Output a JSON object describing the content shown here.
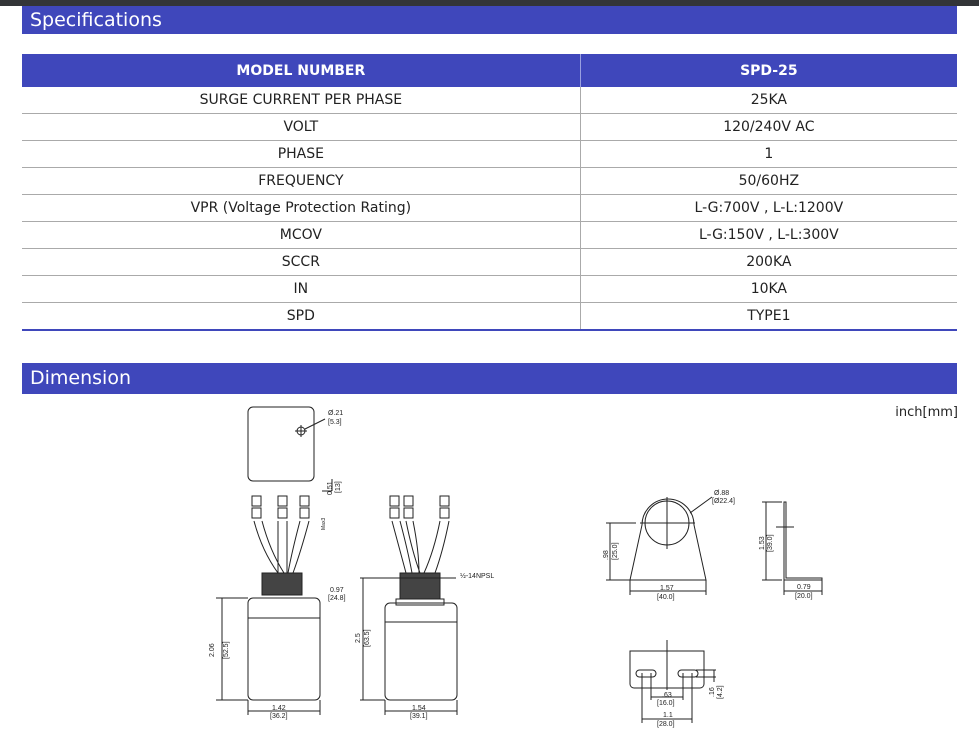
{
  "sections": {
    "specifications": "Specifications",
    "dimension": "Dimension"
  },
  "table": {
    "headers": [
      "MODEL NUMBER",
      "SPD-25"
    ],
    "rows": [
      [
        "SURGE CURRENT PER PHASE",
        "25KA"
      ],
      [
        "VOLT",
        "120/240V AC"
      ],
      [
        "PHASE",
        "1"
      ],
      [
        "FREQUENCY",
        "50/60HZ"
      ],
      [
        "VPR (Voltage Protection Rating)",
        "L-G:700V , L-L:1200V"
      ],
      [
        "MCOV",
        "L-G:150V , L-L:300V"
      ],
      [
        "SCCR",
        "200KA"
      ],
      [
        "IN",
        "10KA"
      ],
      [
        "SPD",
        "TYPE1"
      ]
    ]
  },
  "drawing": {
    "unit": "inch[mm]",
    "labels": {
      "hole": "Ø.21",
      "hole_mm": "[5.3]",
      "lead": "0.51",
      "lead_mm": "[13]",
      "max": "Max3",
      "thread_w": "0.97",
      "thread_w_mm": "[24.8]",
      "h1": "2.06",
      "h1_mm": "[52.5]",
      "w1": "1.42",
      "w1_mm": "[36.2]",
      "h2": "2.5",
      "h2_mm": "[63.5]",
      "w2": "1.54",
      "w2_mm": "[39.1]",
      "npsl": "½-14NPSL",
      "ring": "Ø.88",
      "ring_mm": "[Ø22.4]",
      "bh": ".98",
      "bh_mm": "[25.0]",
      "bw": "1.57",
      "bw_mm": "[40.0]",
      "sh": "1.53",
      "sh_mm": "[39.0]",
      "sw": "0.79",
      "sw_mm": "[20.0]",
      "slot": ".63",
      "slot_mm": "[16.0]",
      "slot_h": ".16",
      "slot_h_mm": "[4.2]",
      "pitch": "1.1",
      "pitch_mm": "[28.0]"
    }
  }
}
